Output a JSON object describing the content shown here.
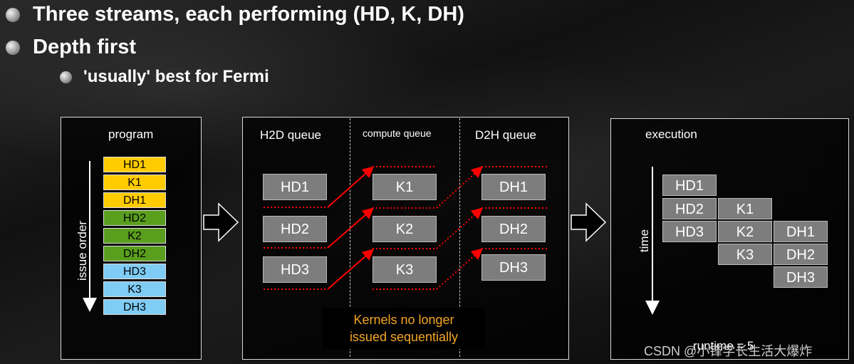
{
  "bullets": {
    "b1": "Three streams, each performing (HD, K, DH)",
    "b2": "Depth first",
    "b3": "'usually' best for Fermi"
  },
  "program": {
    "title": "program",
    "axis_label": "issue order",
    "items": [
      {
        "label": "HD1",
        "color": "#ffcc00"
      },
      {
        "label": "K1",
        "color": "#ffcc00"
      },
      {
        "label": "DH1",
        "color": "#ffcc00"
      },
      {
        "label": "HD2",
        "color": "#5a9e1e"
      },
      {
        "label": "K2",
        "color": "#5a9e1e"
      },
      {
        "label": "DH2",
        "color": "#5a9e1e"
      },
      {
        "label": "HD3",
        "color": "#7fccf5"
      },
      {
        "label": "K3",
        "color": "#7fccf5"
      },
      {
        "label": "DH3",
        "color": "#7fccf5"
      }
    ]
  },
  "queues": {
    "h2d_title": "H2D queue",
    "compute_title": "compute queue",
    "d2h_title": "D2H queue",
    "h2d": [
      "HD1",
      "HD2",
      "HD3"
    ],
    "compute": [
      "K1",
      "K2",
      "K3"
    ],
    "d2h": [
      "DH1",
      "DH2",
      "DH3"
    ],
    "note_line1": "Kernels no longer",
    "note_line2": "issued sequentially",
    "arrow_color": "#ff0000"
  },
  "execution": {
    "title": "execution",
    "axis_label": "time",
    "runtime": "runtime = 5",
    "col1": [
      "HD1",
      "HD2",
      "HD3"
    ],
    "col2": [
      "K1",
      "K2",
      "K3"
    ],
    "col3": [
      "DH1",
      "DH2",
      "DH3"
    ]
  },
  "watermark": "CSDN @小锋学长生活大爆炸"
}
